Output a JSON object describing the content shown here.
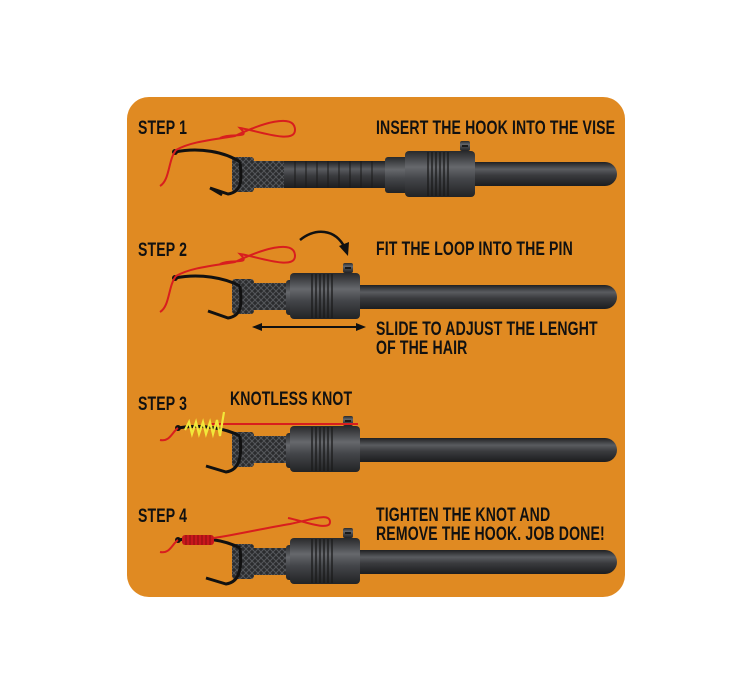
{
  "panel": {
    "background": "#e08a22"
  },
  "steps": [
    {
      "label": "STEP 1",
      "text_lines": [
        "INSERT THE HOOK INTO THE VISE"
      ]
    },
    {
      "label": "STEP 2",
      "text_lines": [
        "FIT THE LOOP INTO THE PIN"
      ],
      "note_lines": [
        "SLIDE TO ADJUST THE LENGHT",
        "OF THE HAIR"
      ]
    },
    {
      "label": "STEP 3",
      "text_lines": [
        "KNOTLESS KNOT"
      ]
    },
    {
      "label": "STEP 4",
      "text_lines": [
        "TIGHTEN THE KNOT AND",
        "REMOVE THE HOOK. JOB DONE!"
      ]
    }
  ],
  "colors": {
    "line": "#d81e1e",
    "knot": "#f2e83a",
    "tool": "#3a3b3d",
    "hook": "#111111",
    "text": "#111111"
  }
}
